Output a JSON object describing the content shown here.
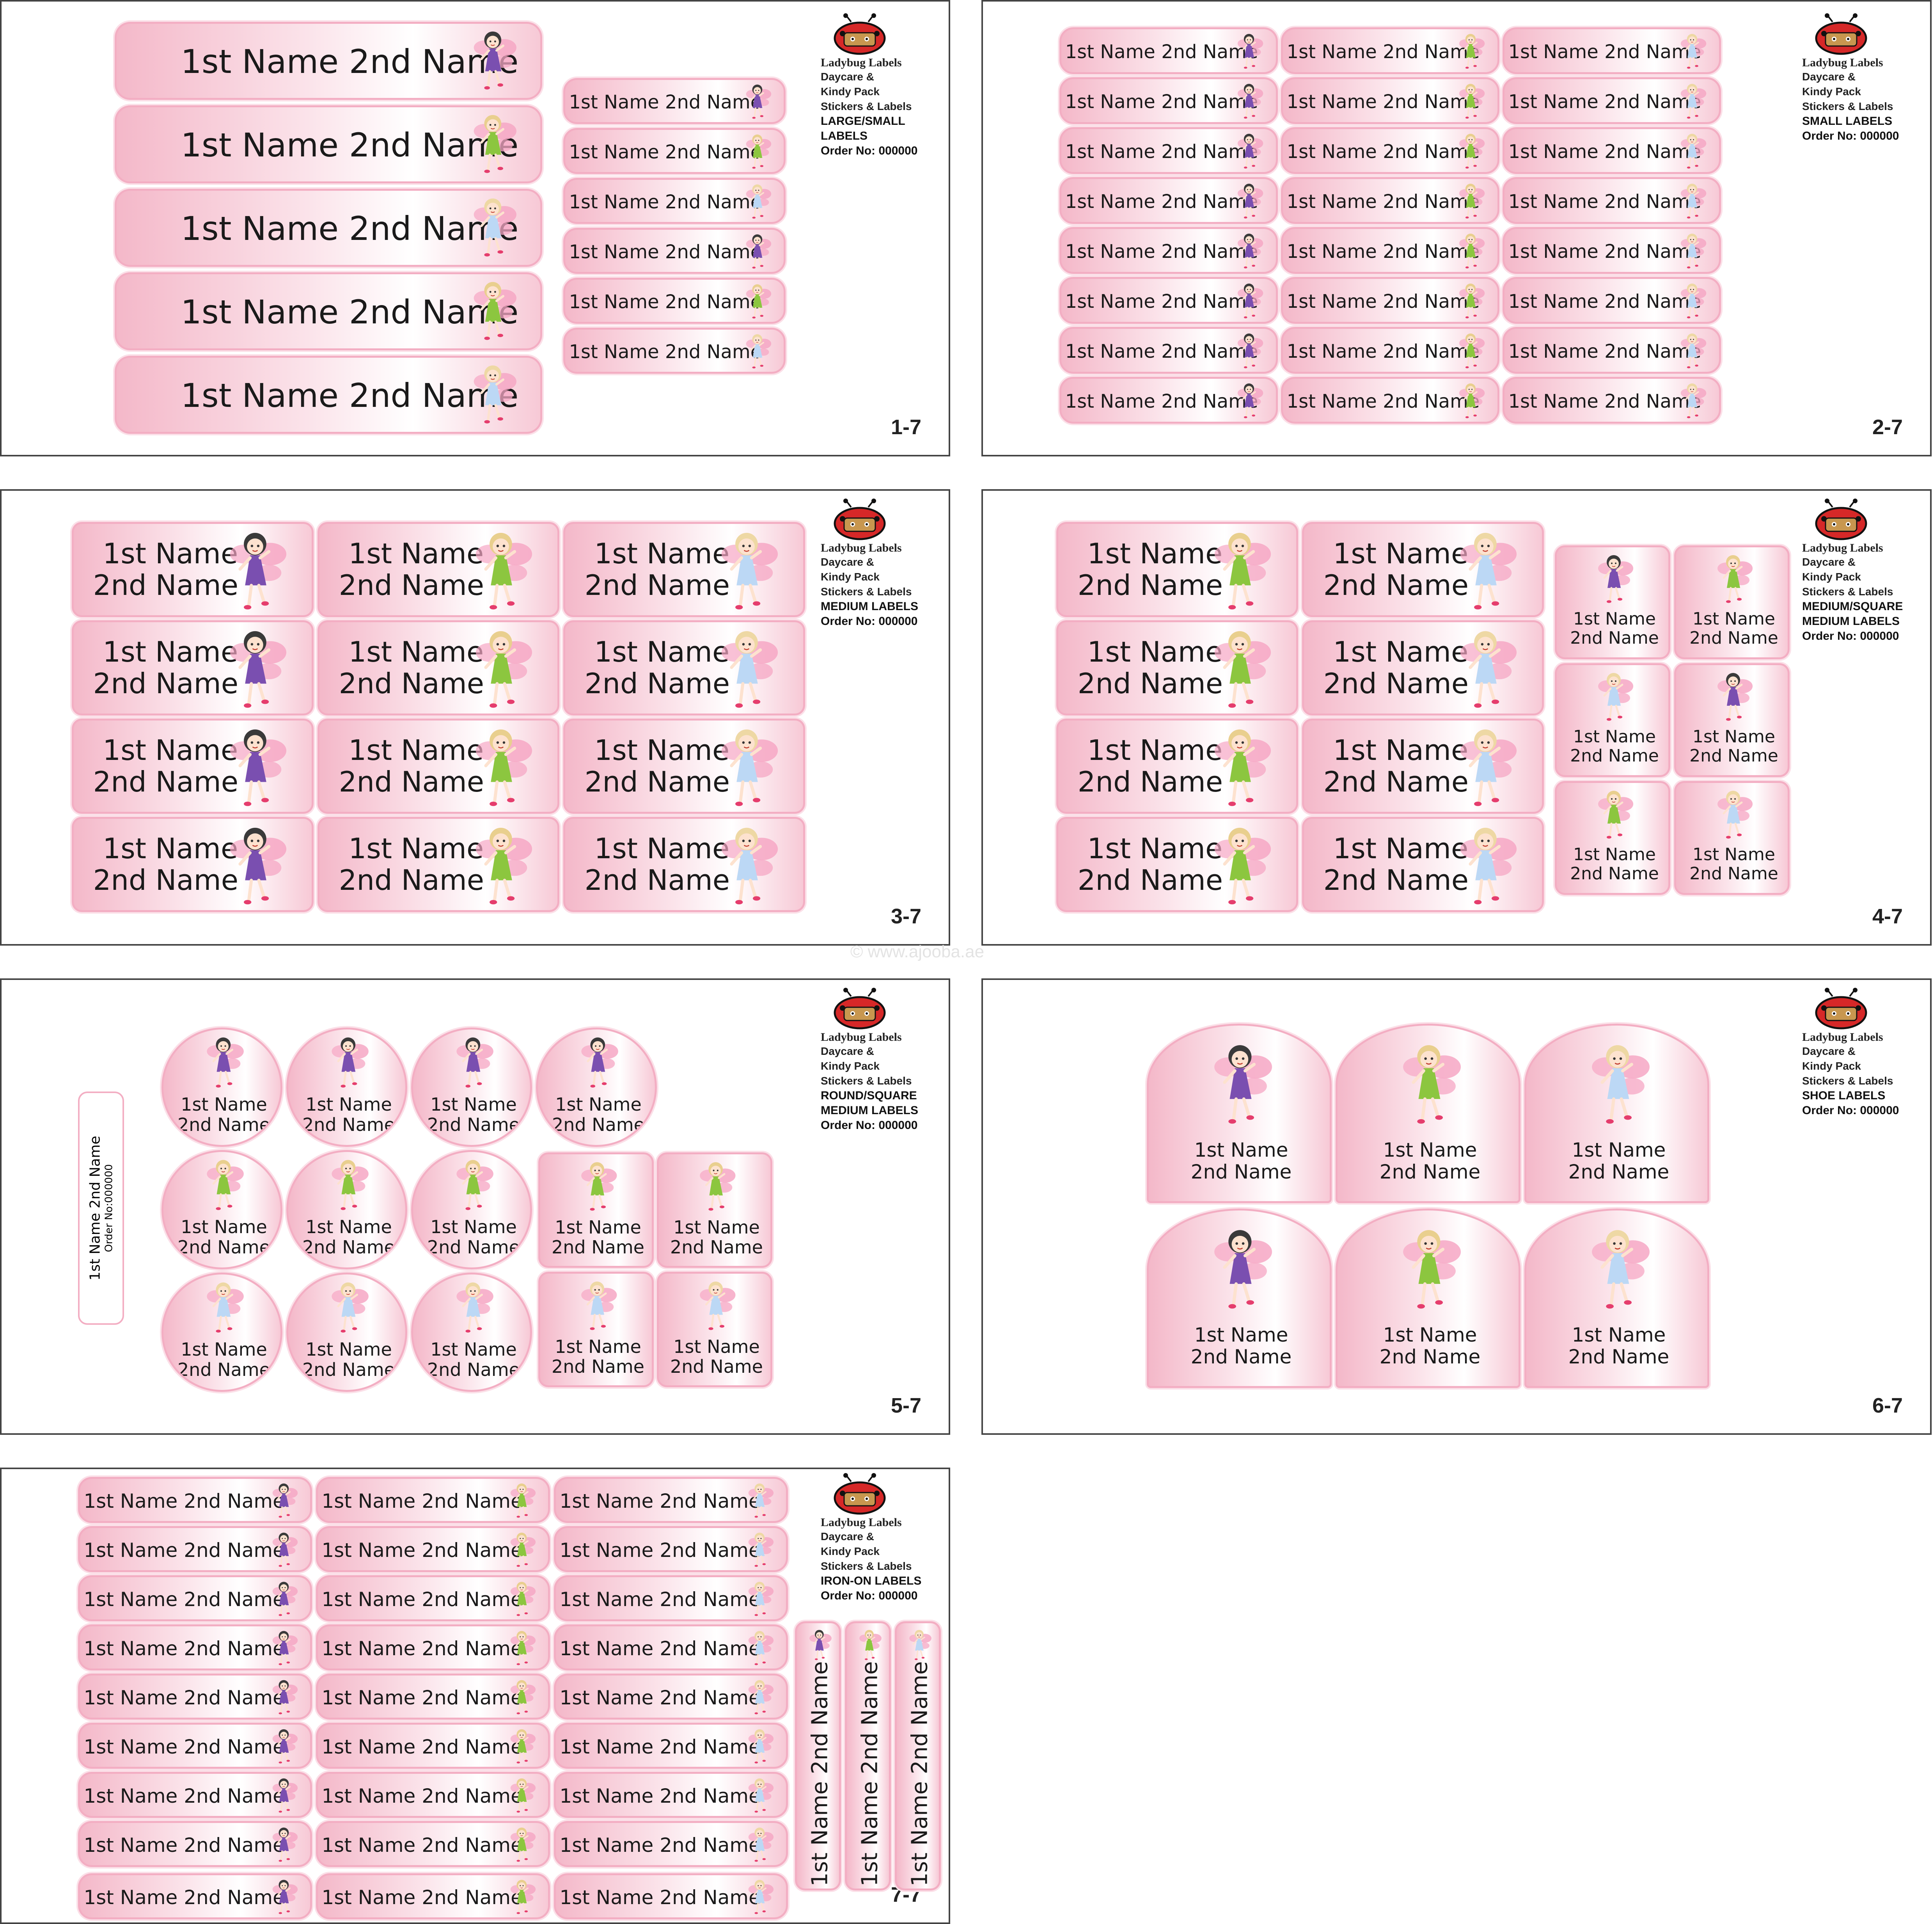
{
  "label": {
    "name_full": "1st Name 2nd Name",
    "name_line1": "1st Name",
    "name_line2": "2nd Name"
  },
  "brand": {
    "company": "Ladybug Labels",
    "line1": "Daycare &",
    "line2": "Kindy Pack",
    "line3": "Stickers & Labels",
    "order": "Order No: 000000"
  },
  "sheets": [
    {
      "number": "1-7",
      "types": [
        "LARGE/SMALL",
        "LABELS"
      ]
    },
    {
      "number": "2-7",
      "types": [
        "SMALL LABELS"
      ]
    },
    {
      "number": "3-7",
      "types": [
        "MEDIUM LABELS"
      ]
    },
    {
      "number": "4-7",
      "types": [
        "MEDIUM/SQUARE",
        "MEDIUM LABELS"
      ]
    },
    {
      "number": "5-7",
      "types": [
        "ROUND/SQUARE",
        "MEDIUM LABELS"
      ]
    },
    {
      "number": "6-7",
      "types": [
        "SHOE LABELS"
      ]
    },
    {
      "number": "7-7",
      "types": [
        "IRON-ON LABELS"
      ]
    }
  ],
  "bag_tag": {
    "name": "1st Name 2nd Name",
    "order": "Order No:000000"
  },
  "watermark": "© www.ajooba.ae",
  "colors": {
    "label_pink": "#f4b8c9",
    "label_border": "#f3aec3",
    "fairy_purple": "#7a4fb0",
    "fairy_green": "#8cc63f",
    "fairy_blue": "#bcd8f5",
    "wing_pink": "#f6a7c4"
  },
  "icons": [
    "ladybug-logo-icon",
    "fairy-purple-icon",
    "fairy-green-icon",
    "fairy-blue-icon"
  ]
}
